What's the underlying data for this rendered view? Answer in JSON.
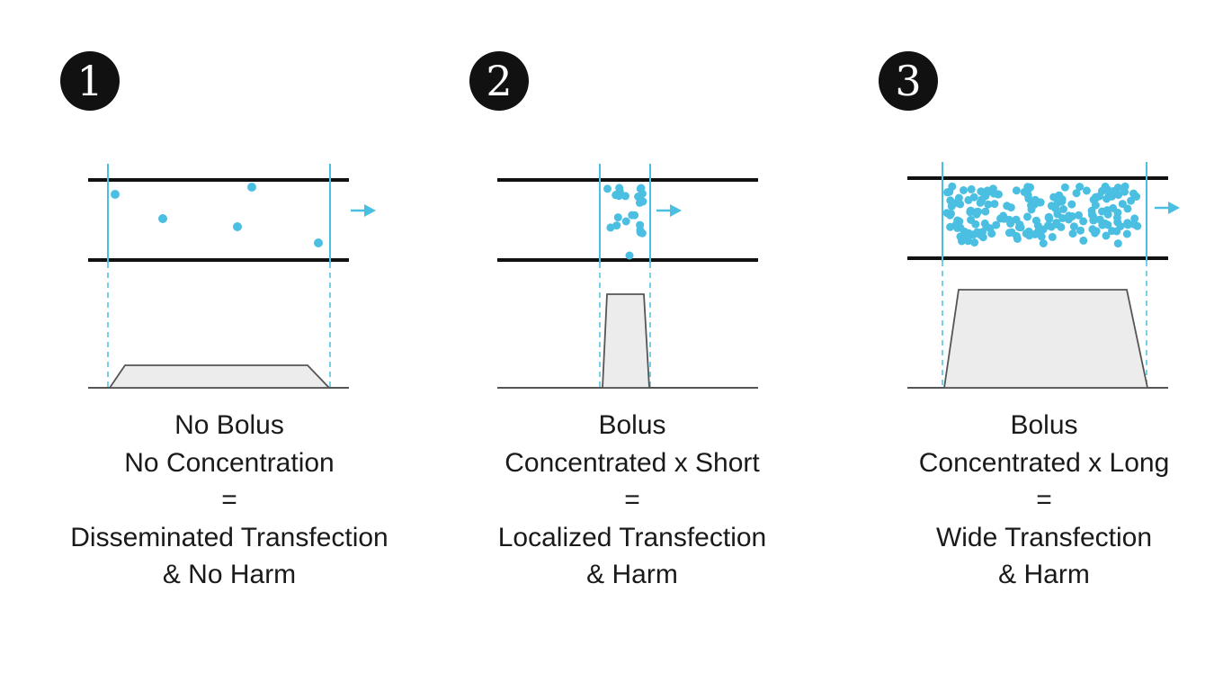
{
  "colors": {
    "particle": "#4bbfe2",
    "wall": "#111111",
    "fill": "#ececec",
    "outline": "#555555",
    "badge_bg": "#111111"
  },
  "panels": [
    {
      "number": "1",
      "caption": [
        "No Bolus",
        "No Concentration",
        "=",
        "Disseminated Transfection",
        "& No Harm"
      ],
      "profile": "low-wide"
    },
    {
      "number": "2",
      "caption": [
        "Bolus",
        "Concentrated x Short",
        "=",
        "Localized Transfection",
        "& Harm"
      ],
      "profile": "high-narrow"
    },
    {
      "number": "3",
      "caption": [
        "Bolus",
        "Concentrated x Long",
        "=",
        "Wide Transfection",
        "& Harm"
      ],
      "profile": "high-wide"
    }
  ]
}
